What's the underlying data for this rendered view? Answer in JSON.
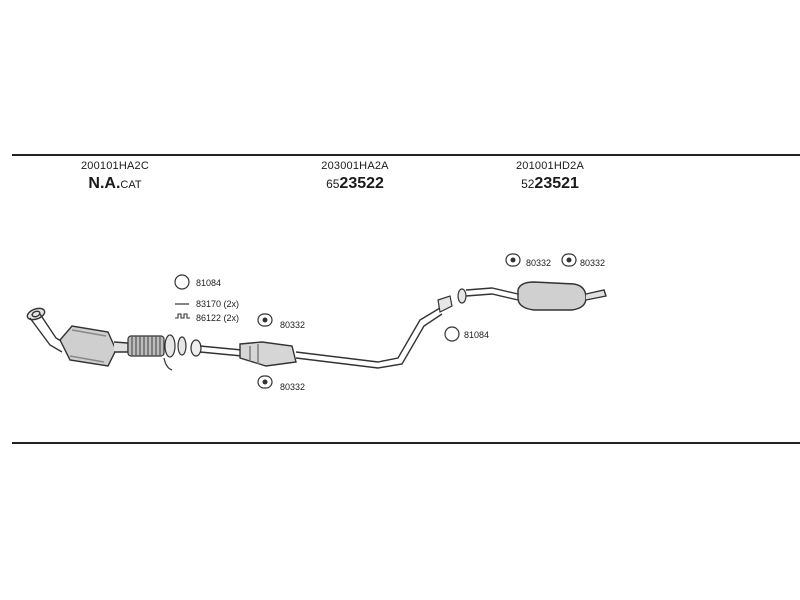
{
  "groups": [
    {
      "code": "200101HA2C",
      "main": "N.A.",
      "suffix": "CAT"
    },
    {
      "code": "203001HA2A",
      "prefix": "65",
      "main": "23522"
    },
    {
      "code": "201001HD2A",
      "prefix": "52",
      "main": "23521"
    }
  ],
  "parts": {
    "ring_left": "81084",
    "bolt": "83170 (2x)",
    "spring": "86122 (2x)",
    "hanger_mid_top": "80332",
    "hanger_mid_bottom": "80332",
    "ring_right": "81084",
    "hanger_rear_1": "80332",
    "hanger_rear_2": "80332"
  }
}
